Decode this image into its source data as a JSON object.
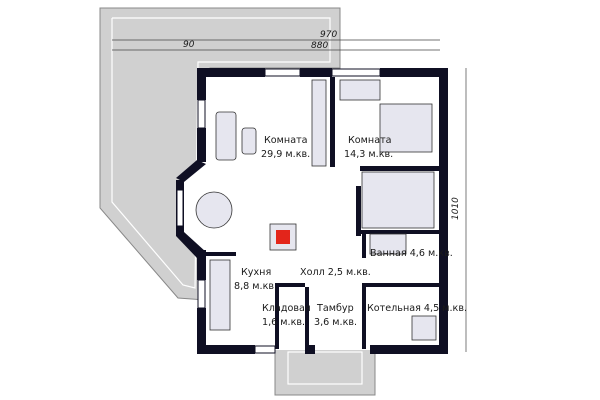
{
  "dimensions": {
    "overall_width": "970",
    "inner_width": "880",
    "offset": "90",
    "depth": "1010"
  },
  "rooms": [
    {
      "id": "room-large",
      "name": "Комната",
      "area": "29,9 м.кв."
    },
    {
      "id": "room-small",
      "name": "Комната",
      "area": "14,3 м.кв."
    },
    {
      "id": "kitchen",
      "name": "Кухня",
      "area": "8,8 м.кв."
    },
    {
      "id": "hall",
      "name": "Холл 2,5 м.кв."
    },
    {
      "id": "bathroom",
      "name": "Ванная 4,6 м.кв."
    },
    {
      "id": "pantry",
      "name": "Кладовая",
      "area": "1,6 м.кв."
    },
    {
      "id": "vestibule",
      "name": "Тамбур",
      "area": "3,6 м.кв."
    },
    {
      "id": "boiler-room",
      "name": "Котельная 4,5 м.кв."
    }
  ],
  "colors": {
    "wall": "#0f0f23",
    "floor": "#ffffff",
    "terrace": "#d0d0d0",
    "furniture": "#e6e6ef",
    "fireplace": "#e3251b"
  }
}
